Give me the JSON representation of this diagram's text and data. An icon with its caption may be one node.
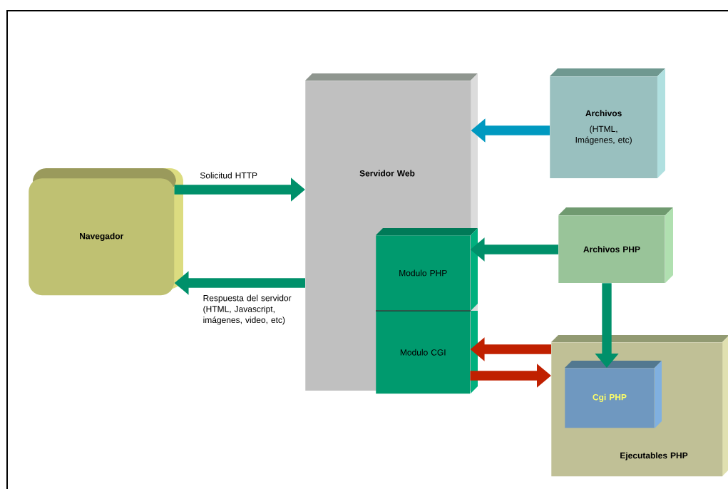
{
  "diagram": {
    "nodes": [
      {
        "text": [
          "Navegador"
        ]
      },
      {
        "text": [
          "Servidor Web"
        ]
      },
      {
        "text": [
          "Modulo PHP"
        ],
        "in": 1
      },
      {
        "text": [
          "Modulo CGI"
        ],
        "in": 1
      },
      {
        "text": [
          "Archivos",
          "(HTML, Imágenes, etc)"
        ]
      },
      {
        "text": [
          "Archivos PHP"
        ]
      },
      {
        "text": [
          "Ejecutables PHP"
        ]
      },
      {
        "text": [
          "Cgi PHP"
        ],
        "in": 6
      }
    ],
    "edges": [
      {
        "from": 0,
        "to": 1,
        "arrow": "to",
        "label": "Solicitud HTTP"
      },
      {
        "from": 1,
        "to": 0,
        "arrow": "to",
        "label": "Respuesta del servidor (HTML, Javascript, imágenes, video, etc)"
      },
      {
        "from": 4,
        "to": 1,
        "arrow": "to",
        "color": "#0099c0"
      },
      {
        "from": 5,
        "to": 2,
        "arrow": "to"
      },
      {
        "from": 6,
        "to": 3,
        "arrow": "to",
        "color": "#c02000"
      },
      {
        "from": 3,
        "to": 6,
        "arrow": "to",
        "color": "#c02000"
      },
      {
        "from": 5,
        "to": 7,
        "arrow": "to"
      }
    ]
  }
}
